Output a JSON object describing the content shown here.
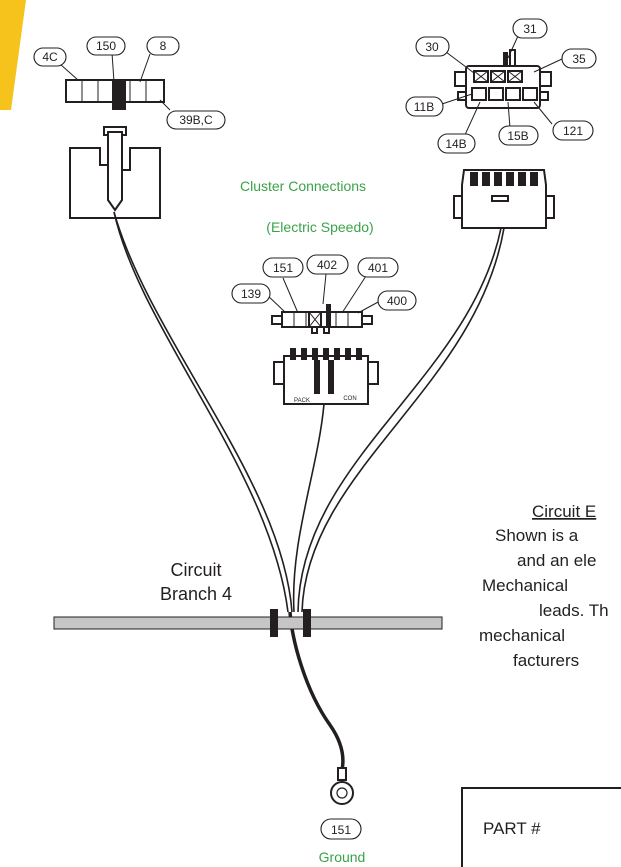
{
  "left_connector": {
    "labels": [
      "4C",
      "150",
      "8",
      "39B,C"
    ]
  },
  "right_connector": {
    "labels": [
      "31",
      "30",
      "35",
      "11B",
      "14B",
      "15B",
      "121"
    ]
  },
  "center": {
    "title": "Cluster Connections",
    "subtitle": "(Electric Speedo)",
    "labels": [
      "151",
      "402",
      "401",
      "139",
      "400"
    ],
    "pack_text": "PACK",
    "con_text": "CON"
  },
  "branch": {
    "line1": "Circuit",
    "line2": "Branch 4"
  },
  "ground": {
    "code": "151",
    "label": "Ground"
  },
  "side_text": {
    "heading": "Circuit E",
    "lines": [
      "Shown is a",
      "and an ele",
      "Mechanical",
      "leads. Th",
      "mechanical",
      "facturers"
    ]
  },
  "part_table": {
    "header": "PART #"
  },
  "colors": {
    "accent": "#f6c21c",
    "label_green": "#3aa34a",
    "bar": "#c6c6c6"
  }
}
